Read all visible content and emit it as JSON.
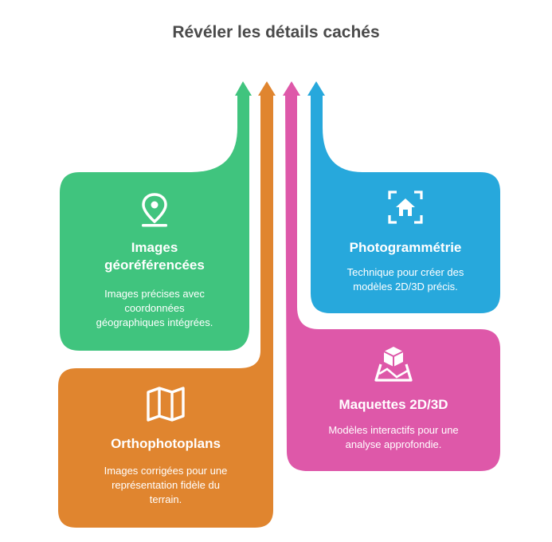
{
  "title": "Révéler les détails cachés",
  "colors": {
    "green": "#40c47e",
    "orange": "#e0852f",
    "pink": "#de58a9",
    "blue": "#27a8dc"
  },
  "cards": {
    "georef": {
      "icon": "map-pin-icon",
      "title_line1": "Images",
      "title_line2": "géoréférencées",
      "desc_line1": "Images précises avec",
      "desc_line2": "coordonnées",
      "desc_line3": "géographiques intégrées."
    },
    "photogram": {
      "icon": "house-scan-icon",
      "title": "Photogrammétrie",
      "desc_line1": "Technique pour créer des",
      "desc_line2": "modèles 2D/3D précis."
    },
    "maquettes": {
      "icon": "cube-map-icon",
      "title": "Maquettes 2D/3D",
      "desc_line1": "Modèles interactifs pour une",
      "desc_line2": "analyse approfondie."
    },
    "ortho": {
      "icon": "folded-map-icon",
      "title": "Orthophotoplans",
      "desc_line1": "Images corrigées pour une",
      "desc_line2": "représentation fidèle du",
      "desc_line3": "terrain."
    }
  }
}
